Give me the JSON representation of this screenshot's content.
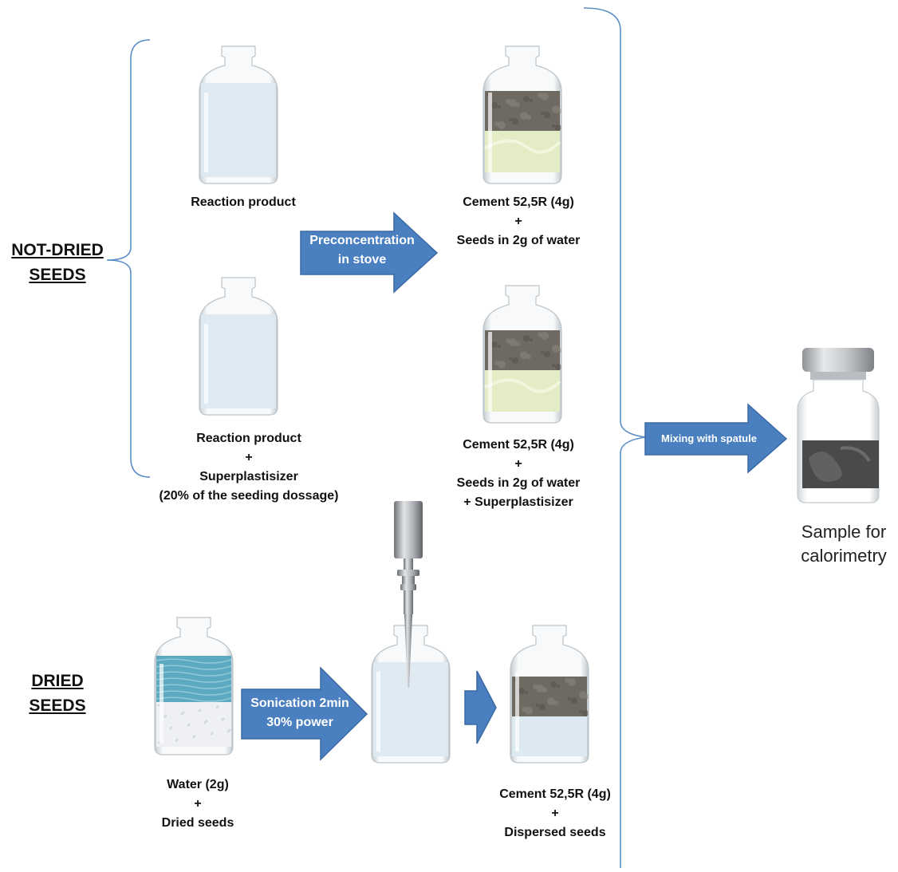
{
  "sections": {
    "not_dried": [
      "NOT-DRIED",
      "SEEDS"
    ],
    "dried": [
      "DRIED",
      "SEEDS"
    ]
  },
  "captions": {
    "reaction_product": [
      "Reaction product"
    ],
    "reaction_product_sp": [
      "Reaction  product",
      "+",
      "Superplastisizer",
      "(20% of the seeding dossage)"
    ],
    "cement_seeds": [
      "Cement 52,5R (4g)",
      "+",
      "Seeds in 2g of water"
    ],
    "cement_seeds_sp": [
      "Cement 52,5R (4g)",
      "+",
      "Seeds in 2g of water",
      "+ Superplastisizer"
    ],
    "water_dried": [
      "Water (2g)",
      "+",
      "Dried seeds"
    ],
    "cement_dispersed": [
      "Cement 52,5R (4g)",
      "+",
      "Dispersed seeds"
    ]
  },
  "arrows": {
    "preconcentration": [
      "Preconcentration",
      "in stove"
    ],
    "sonication": [
      "Sonication 2min",
      "30% power"
    ],
    "mixing": [
      "Mixing with spatule"
    ]
  },
  "final_sample": [
    "Sample for",
    "calorimetry"
  ],
  "colors": {
    "arrow_fill": "#4a7fc0",
    "arrow_stroke": "#3a6aa5",
    "brace": "#5b8fc7",
    "liquid": "#dde9f1",
    "cement": "#6e6a62",
    "paste": "#e3ecc4",
    "water": "#5da9c1",
    "powder": "#eef0f3",
    "slurry": "#4a4a4c"
  }
}
